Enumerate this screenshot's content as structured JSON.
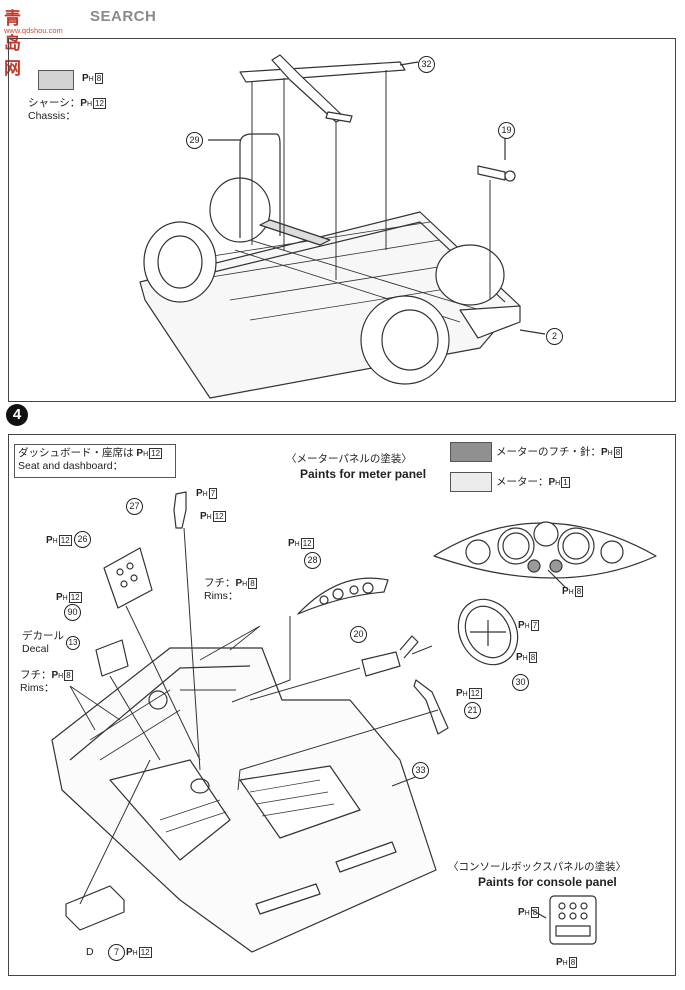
{
  "watermark": {
    "logo": "青岛网",
    "search": "SEARCH",
    "url": "www.qdshou.com"
  },
  "step": {
    "number": "4"
  },
  "upper": {
    "paint_code": "Ph 8",
    "chassis_label_jp": "シャーシ：",
    "chassis_label_en": "Chassis：",
    "chassis_code": "Ph 12",
    "callouts": [
      "32",
      "29",
      "19",
      "2"
    ]
  },
  "lower": {
    "dashboard_label_jp": "ダッシュボード・座席は",
    "dashboard_label_en": "Seat and dashboard：",
    "dashboard_code": "Ph 12",
    "meter_title_jp": "〈メーターパネルの塗装〉",
    "meter_title_en": "Paints for meter panel",
    "meter_rim_jp": "メーターのフチ・針：",
    "meter_rim_code": "Ph 8",
    "meter_jp": "メーター：",
    "meter_code": "Ph 1",
    "console_title_jp": "〈コンソールボックスパネルの塗装〉",
    "console_title_en": "Paints for console panel",
    "rim_label_jp": "フチ：",
    "rim_label_en": "Rims：",
    "rim_code": "Ph 8",
    "decal_label_jp": "デカール",
    "decal_label_en": "Decal",
    "d_label": "D",
    "callouts": [
      "27",
      "26",
      "28",
      "90",
      "13",
      "20",
      "30",
      "21",
      "33",
      "7"
    ]
  },
  "colors": {
    "line": "#333333",
    "border": "#444444",
    "swatch_gray": "#d3d3d3",
    "swatch_dark": "#909090",
    "watermark_red": "#c43a2a"
  }
}
